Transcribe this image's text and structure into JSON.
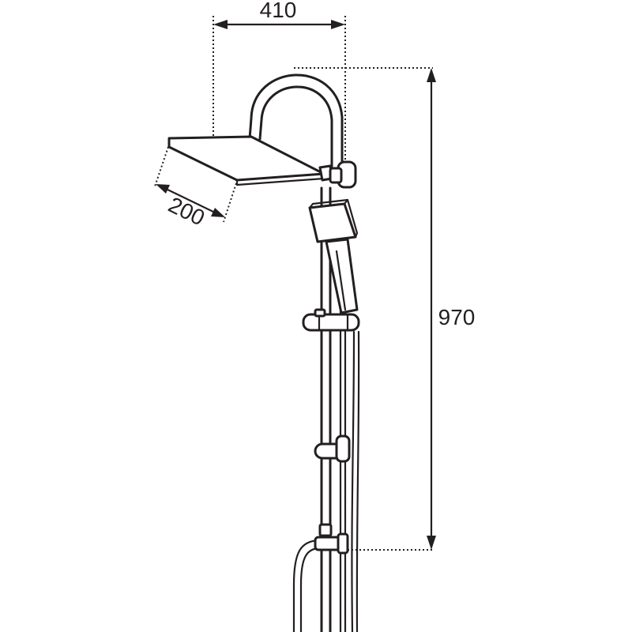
{
  "dimensions": {
    "width": "410",
    "depth": "200",
    "height": "970"
  },
  "colors": {
    "line": "#231f20",
    "background": "#ffffff"
  }
}
